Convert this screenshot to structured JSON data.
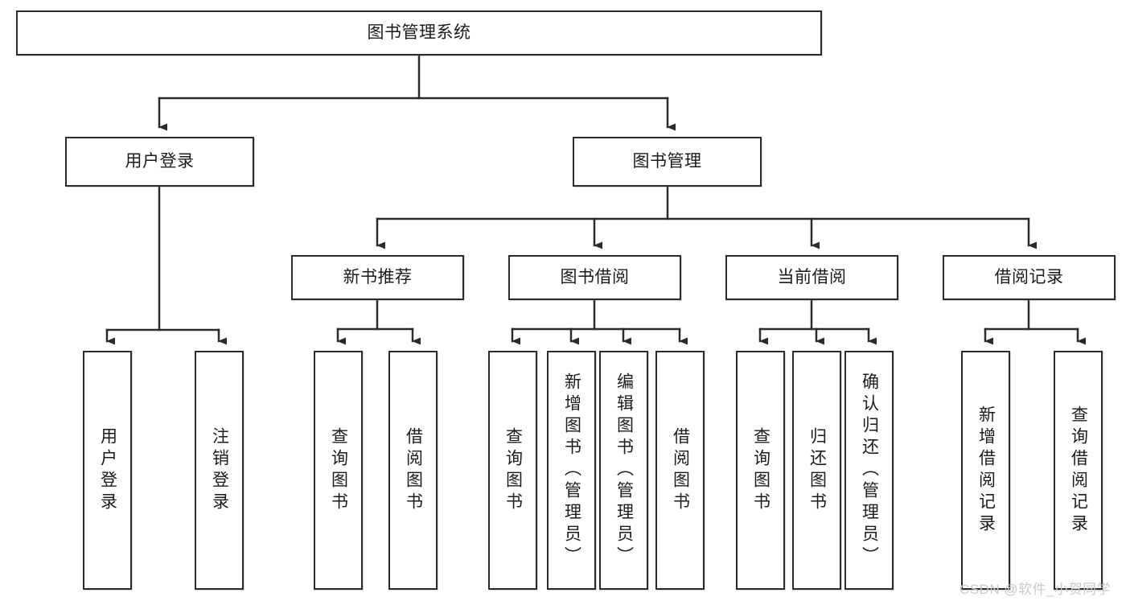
{
  "diagram": {
    "type": "tree-hierarchy",
    "title": "图书管理系统",
    "watermark": "CSDN @软件_小贺同学",
    "colors": {
      "stroke": "#2b2b2b",
      "fill": "#ffffff",
      "text": "#1b1b1b",
      "watermark": "#c9c9c9"
    },
    "levels": {
      "root": {
        "label": "图书管理系统"
      },
      "level2": [
        {
          "label": "用户登录"
        },
        {
          "label": "图书管理"
        }
      ],
      "level3": [
        {
          "label": "新书推荐"
        },
        {
          "label": "图书借阅"
        },
        {
          "label": "当前借阅"
        },
        {
          "label": "借阅记录"
        }
      ],
      "leaves": [
        {
          "label": "用户登录",
          "parent": "用户登录"
        },
        {
          "label": "注销登录",
          "parent": "用户登录"
        },
        {
          "label": "查询图书",
          "parent": "新书推荐"
        },
        {
          "label": "借阅图书",
          "parent": "新书推荐"
        },
        {
          "label": "查询图书",
          "parent": "图书借阅"
        },
        {
          "label": "新增图书（管理员）",
          "parent": "图书借阅"
        },
        {
          "label": "编辑图书（管理员）",
          "parent": "图书借阅"
        },
        {
          "label": "借阅图书",
          "parent": "图书借阅"
        },
        {
          "label": "查询图书",
          "parent": "当前借阅"
        },
        {
          "label": "归还图书",
          "parent": "当前借阅"
        },
        {
          "label": "确认归还（管理员）",
          "parent": "当前借阅"
        },
        {
          "label": "新增借阅记录",
          "parent": "借阅记录"
        },
        {
          "label": "查询借阅记录",
          "parent": "借阅记录"
        }
      ]
    }
  }
}
